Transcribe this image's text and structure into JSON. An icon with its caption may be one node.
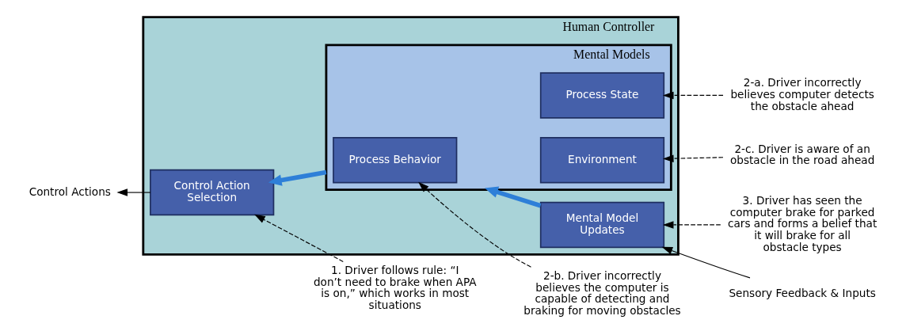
{
  "diagram": {
    "nodes": [
      {
        "text": [
          "Human Controller"
        ]
      },
      {
        "text": [
          "Control Action Selection"
        ],
        "in": 0
      },
      {
        "text": [
          "Mental Models"
        ],
        "in": 0
      },
      {
        "text": [
          "Process State"
        ],
        "in": 2
      },
      {
        "text": [
          "Process Behavior"
        ],
        "in": 2
      },
      {
        "text": [
          "Environment"
        ],
        "in": 2
      },
      {
        "text": [
          "Mental Model Updates"
        ],
        "in": 0
      },
      {
        "text": [
          "1. Driver follows rule: “I don’t need to brake when APA is on,” which works in most situations"
        ]
      },
      {
        "text": [
          "2-a. Driver incorrectly believes computer detects the obstacle ahead"
        ]
      },
      {
        "text": [
          "2-b. Driver incorrectly believes the computer is capable of detecting and braking for moving obstacles"
        ]
      },
      {
        "text": [
          "2-c. Driver is aware of an obstacle in the road ahead"
        ]
      },
      {
        "text": [
          "3. Driver has seen the computer brake for parked cars and forms a belief that it will brake for all obstacle types"
        ]
      },
      {
        "text": [
          "Control Actions"
        ]
      },
      {
        "text": [
          "Sensory Feedback & Inputs"
        ]
      }
    ],
    "edges": [
      {
        "from": 2,
        "to": 1,
        "arrow": "to",
        "style": "thick",
        "color": "#2e7fd8"
      },
      {
        "from": 6,
        "to": 2,
        "arrow": "to",
        "style": "thick",
        "color": "#2e7fd8"
      },
      {
        "from": 7,
        "to": 1,
        "arrow": "to",
        "style": "dashed"
      },
      {
        "from": 8,
        "to": 3,
        "arrow": "to",
        "style": "dashed"
      },
      {
        "from": 9,
        "to": 4,
        "arrow": "to",
        "style": "dashed"
      },
      {
        "from": 10,
        "to": 5,
        "arrow": "to",
        "style": "dashed"
      },
      {
        "from": 11,
        "to": 6,
        "arrow": "to",
        "style": "dashed"
      },
      {
        "from": 1,
        "to": 12,
        "arrow": "to"
      },
      {
        "from": 13,
        "to": 6,
        "arrow": "to"
      }
    ]
  }
}
